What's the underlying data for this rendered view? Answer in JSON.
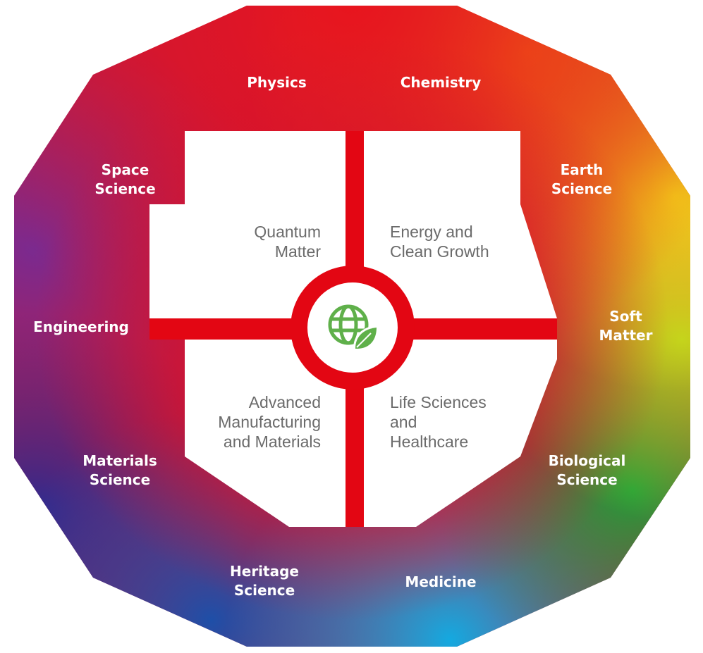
{
  "diagram": {
    "outer_ring": {
      "physics": [
        "Physics"
      ],
      "chemistry": [
        "Chemistry"
      ],
      "earth_science": [
        "Earth",
        "Science"
      ],
      "soft_matter": [
        "Soft",
        "Matter"
      ],
      "biological_science": [
        "Biological",
        "Science"
      ],
      "medicine": [
        "Medicine"
      ],
      "heritage_science": [
        "Heritage",
        "Science"
      ],
      "materials_science": [
        "Materials",
        "Science"
      ],
      "engineering": [
        "Engineering"
      ],
      "space_science": [
        "Space",
        "Science"
      ]
    },
    "quadrants": {
      "top_left": [
        "Quantum",
        "Matter"
      ],
      "top_right": [
        "Energy and",
        "Clean Growth"
      ],
      "bottom_left": [
        "Advanced",
        "Manufacturing",
        "and Materials"
      ],
      "bottom_right": [
        "Life Sciences",
        "and",
        "Healthcare"
      ]
    },
    "center_icon": "globe-leaf-icon",
    "colors": {
      "cross_red": "#e30613",
      "icon_green": "#5fb04a",
      "quadrant_text": "#6b6b6b",
      "quadrant_fill": "#ffffff",
      "outer_text": "#ffffff"
    }
  }
}
